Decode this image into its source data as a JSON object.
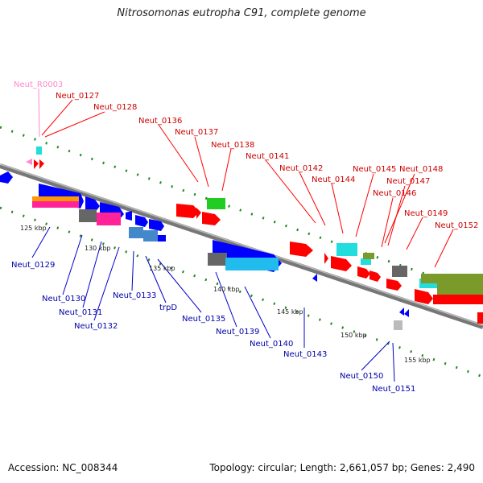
{
  "title": "Nitrosomonas eutropha C91, complete genome",
  "accession": "Accession: NC_008344",
  "summary": "Topology: circular; Length: 2,661,057 bp; Genes: 2,490",
  "colors": {
    "red": "#ff0000",
    "blue": "#0000ff",
    "darkred": "#cc0000",
    "pink": "#ff88cc",
    "green": "#22cc22",
    "cyan": "#22dddd",
    "olive": "#7a9a2a",
    "gray": "#666666",
    "lightblue": "#4488cc",
    "orange": "#ff9900",
    "magenta": "#ff2299",
    "skyblue": "#22bbee",
    "backbone": "#888888",
    "dots": "#228822"
  },
  "ticks": [
    "125 kbp",
    "130 kbp",
    "135 kbp",
    "140 kbp",
    "145 kbp",
    "150 kbp",
    "155 kbp"
  ],
  "labels_top": [
    "Neut_R0003",
    "Neut_0127",
    "Neut_0128",
    "Neut_0136",
    "Neut_0137",
    "Neut_0138",
    "Neut_0141",
    "Neut_0142",
    "Neut_0144",
    "Neut_0145",
    "Neut_0148",
    "Neut_0147",
    "Neut_0146",
    "Neut_0149",
    "Neut_0152"
  ],
  "labels_bottom": [
    "Neut_0129",
    "Neut_0130",
    "Neut_0131",
    "Neut_0132",
    "Neut_0133",
    "trpD",
    "Neut_0135",
    "Neut_0139",
    "Neut_0140",
    "Neut_0143",
    "Neut_0150",
    "Neut_0151"
  ]
}
